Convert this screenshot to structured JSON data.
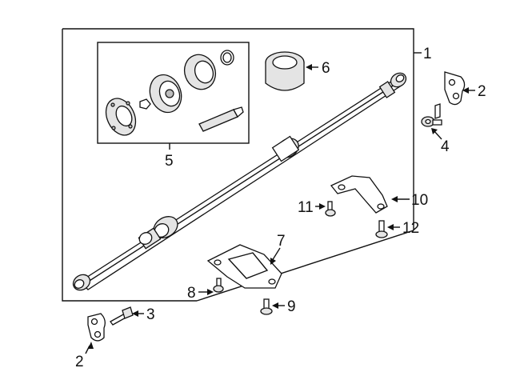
{
  "callouts": {
    "c1": "1",
    "c2_top": "2",
    "c2_bottom": "2",
    "c3": "3",
    "c4": "4",
    "c5": "5",
    "c6": "6",
    "c7": "7",
    "c8": "8",
    "c9": "9",
    "c10": "10",
    "c11": "11",
    "c12": "12"
  }
}
